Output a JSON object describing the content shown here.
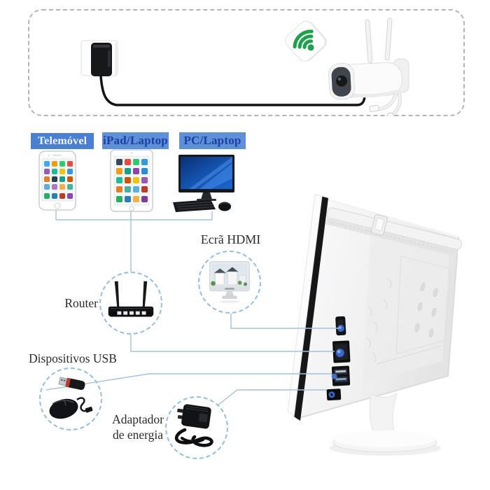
{
  "device_labels": [
    {
      "id": "telemovel",
      "label": "Telemóvel"
    },
    {
      "id": "ipad",
      "label": "iPad/Laptop"
    },
    {
      "id": "pc",
      "label": "PC/Laptop"
    }
  ],
  "annotations": {
    "hdmi_screen": "Ecrã HDMI",
    "router": "Router",
    "usb_devices": "Dispositivos USB",
    "power_adapter_line1": "Adaptador",
    "power_adapter_line2": "de energia"
  },
  "icons": {
    "wifi": "wifi-icon",
    "camera": "wireless-camera",
    "wall_power": "wall-outlet-adapter",
    "phone": "smartphone",
    "tablet": "tablet",
    "desktop": "desktop-pc",
    "monitor": "hdmi-monitor",
    "router": "wifi-router",
    "usb_stick": "usb-flash-drive",
    "mouse": "usb-mouse",
    "adapter": "power-adapter",
    "nvr": "nvr-monitor-back"
  },
  "colors": {
    "label_bg_primary": "#4b7fd0",
    "label_bg": "#5e90d8",
    "label_text": "#1d3ea6",
    "label_text_light": "#ecf3fd",
    "wire": "#a6c2dc",
    "circle_dash": "#96bedd",
    "wifi_green": "#1fa14b",
    "port_plug_blue": "#3a66c9"
  },
  "connections": [
    {
      "from": "telemovel",
      "to": "router"
    },
    {
      "from": "ipad",
      "to": "router"
    },
    {
      "from": "pc",
      "to": "router"
    },
    {
      "from": "router",
      "to": "nvr-ethernet-port"
    },
    {
      "from": "hdmi_screen",
      "to": "nvr-hdmi-port"
    },
    {
      "from": "usb_devices",
      "to": "nvr-usb-ports"
    },
    {
      "from": "power_adapter",
      "to": "nvr-dc-port"
    },
    {
      "from": "wall_power",
      "to": "wireless-camera"
    }
  ]
}
